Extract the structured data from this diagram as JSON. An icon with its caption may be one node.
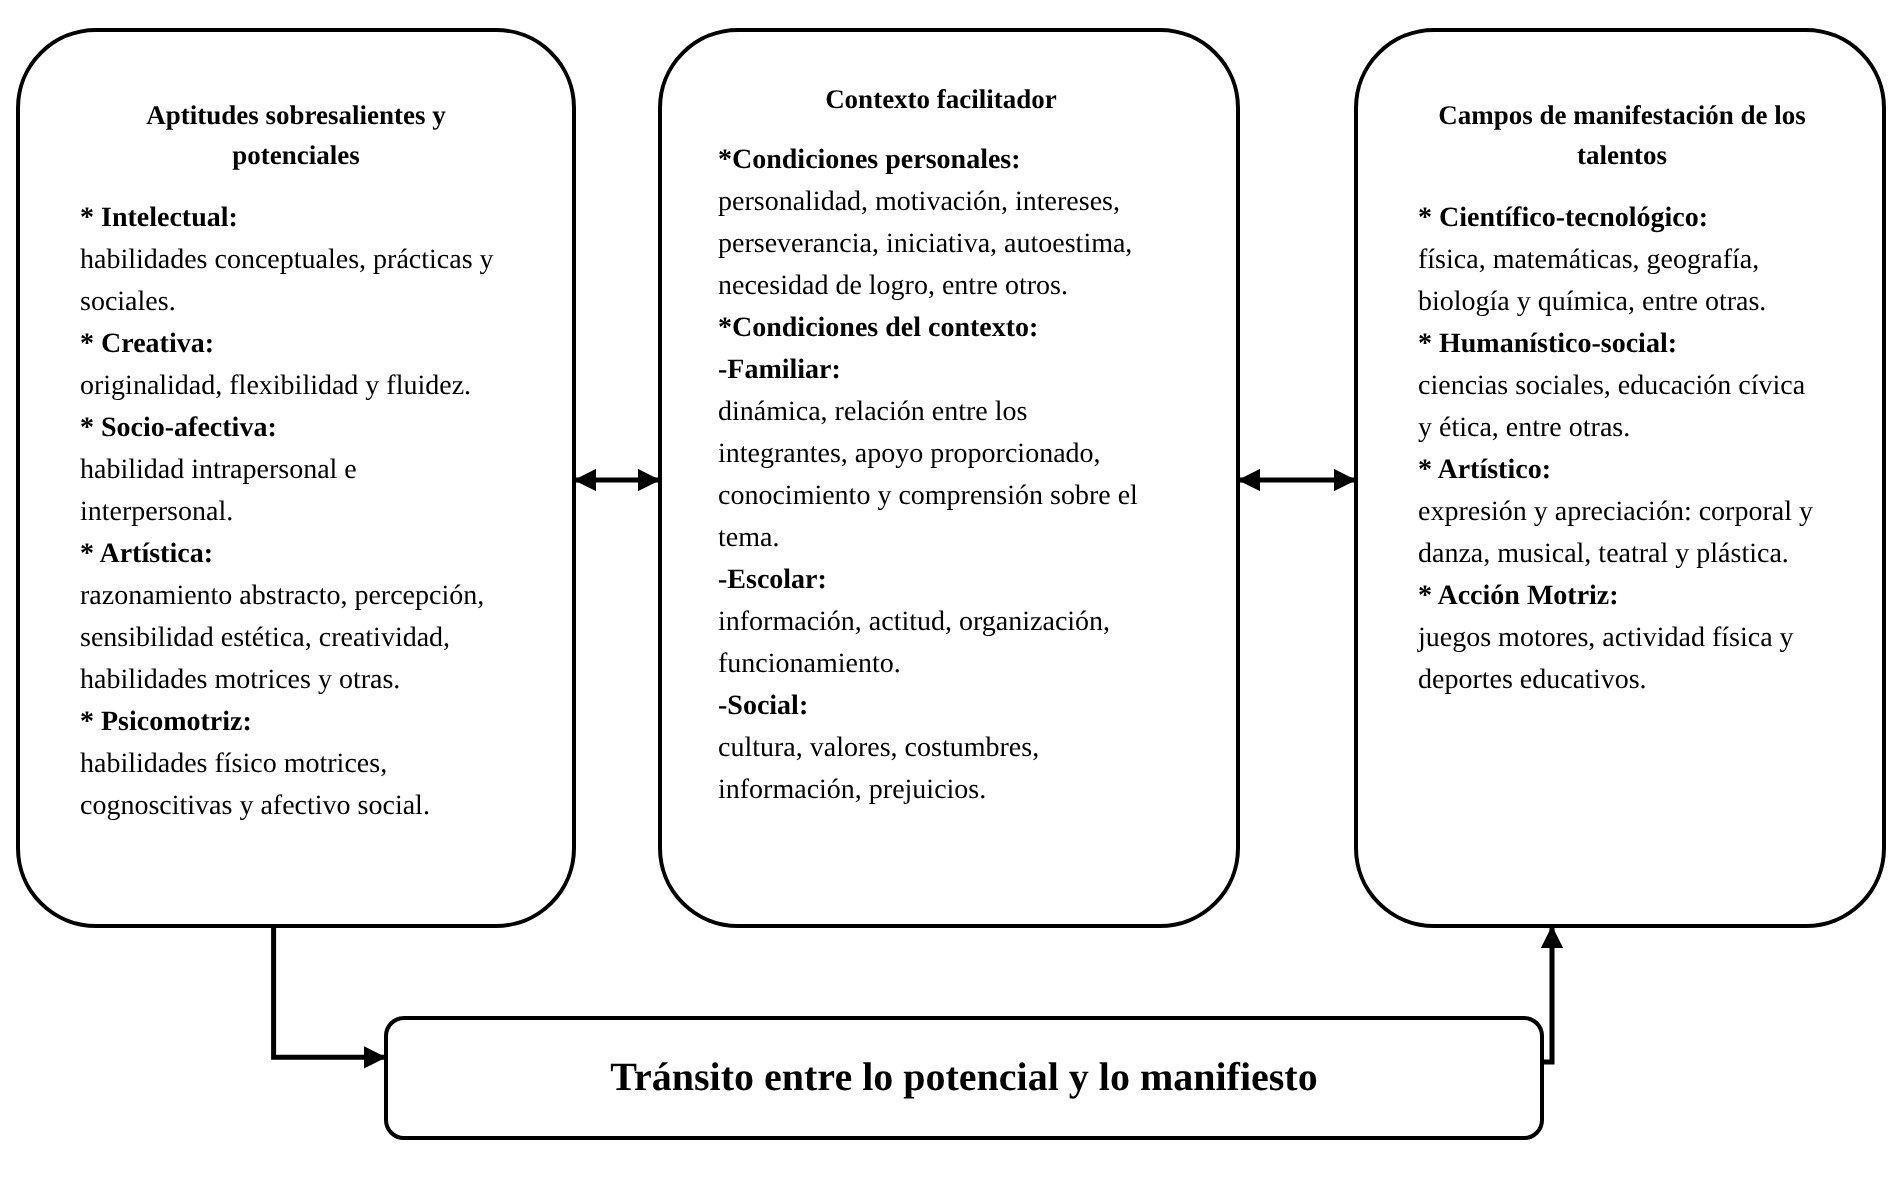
{
  "diagram": {
    "nodes": [
      {
        "text": [
          "Aptitudes sobresalientes y potenciales",
          "* Intelectual:",
          "habilidades conceptuales, prácticas y sociales.",
          "* Creativa:",
          "originalidad, flexibilidad y fluidez.",
          "* Socio-afectiva:",
          "habilidad intrapersonal e interpersonal.",
          "* Artística:",
          "razonamiento abstracto, percepción, sensibilidad estética, creatividad, habilidades motrices y otras.",
          "* Psicomotriz:",
          "habilidades físico motrices, cognoscitivas y afectivo social."
        ]
      },
      {
        "text": [
          "Contexto facilitador",
          "*Condiciones personales:",
          "personalidad, motivación, intereses, perseverancia, iniciativa, autoestima, necesidad de logro, entre otros.",
          "*Condiciones del contexto:",
          "-Familiar:",
          "dinámica, relación entre los integrantes, apoyo proporcionado, conocimiento y comprensión sobre el tema.",
          "-Escolar:",
          "información, actitud, organización, funcionamiento.",
          "-Social:",
          "cultura, valores, costumbres, información, prejuicios."
        ]
      },
      {
        "text": [
          "Campos de manifestación de los talentos",
          "* Científico-tecnológico:",
          "física, matemáticas, geografía, biología y química, entre otras.",
          "* Humanístico-social:",
          "ciencias sociales, educación cívica y ética, entre otras.",
          "* Artístico:",
          "expresión y apreciación: corporal y danza, musical, teatral y plástica.",
          "* Acción Motriz:",
          "juegos motores, actividad física y deportes educativos."
        ]
      },
      {
        "text": [
          "Tránsito entre lo potencial y lo manifiesto"
        ]
      }
    ],
    "edges": [
      {
        "from": 0,
        "to": 1,
        "arrow": "both"
      },
      {
        "from": 1,
        "to": 2,
        "arrow": "both"
      },
      {
        "from": 0,
        "to": 3,
        "arrow": "to"
      },
      {
        "from": 3,
        "to": 2,
        "arrow": "to"
      }
    ]
  }
}
